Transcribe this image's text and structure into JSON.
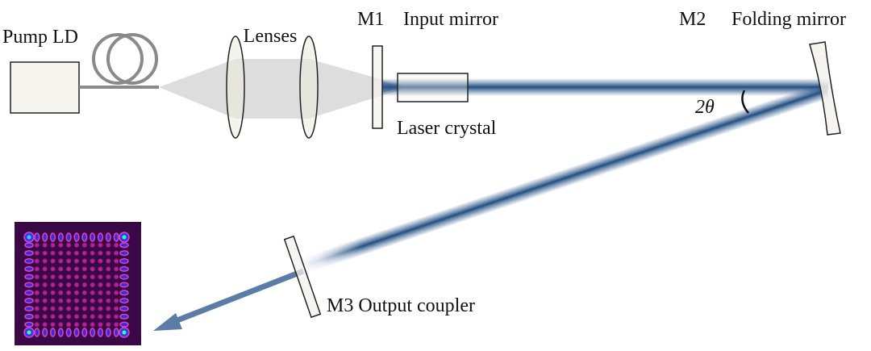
{
  "labels": {
    "pump": "Pump LD",
    "lenses": "Lenses",
    "m1": "M1",
    "m1_name": "Input mirror",
    "crystal": "Laser crystal",
    "m2": "M2",
    "m2_name": "Folding mirror",
    "angle": "2θ",
    "m3": "M3 Output coupler"
  },
  "mode_pattern": {
    "grid": 13
  },
  "colors": {
    "beam": "#2f5a8c",
    "arrow": "#5a7ca6",
    "pump_light": "#d9d9d9",
    "optic_fill": "#f3f2ec",
    "fiber": "#8a8a8a"
  }
}
